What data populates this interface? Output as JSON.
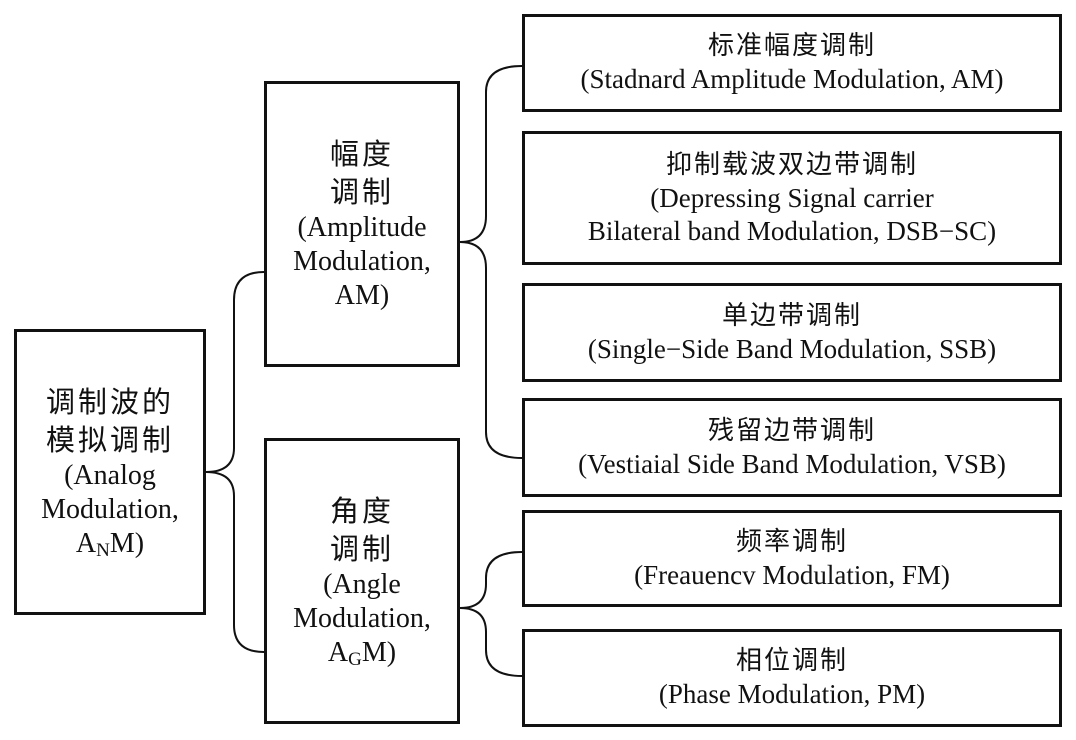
{
  "root": {
    "lines": [
      "调制波的",
      "模拟调制",
      "(Analog",
      "Modulation,"
    ],
    "abbr_main": "A",
    "abbr_sub": "N",
    "abbr_tail": "M)"
  },
  "amplitude": {
    "lines": [
      "幅度",
      "调制",
      "(Amplitude",
      "Modulation,",
      "AM)"
    ]
  },
  "angle": {
    "lines": [
      "角度",
      "调制",
      "(Angle",
      "Modulation,"
    ],
    "abbr_main": "A",
    "abbr_sub": "G",
    "abbr_tail": "M)"
  },
  "leaves": [
    {
      "zh": "标准幅度调制",
      "en": [
        "(Stadnard Amplitude Modulation, AM)"
      ]
    },
    {
      "zh": "抑制载波双边带调制",
      "en": [
        "(Depressing Signal carrier",
        "Bilateral band Modulation, DSB−SC)"
      ]
    },
    {
      "zh": "单边带调制",
      "en": [
        "(Single−Side Band Modulation, SSB)"
      ]
    },
    {
      "zh": "残留边带调制",
      "en": [
        "(Vestiaial Side Band Modulation, VSB)"
      ]
    },
    {
      "zh": "频率调制",
      "en": [
        "(Freauencv Modulation, FM)"
      ]
    },
    {
      "zh": "相位调制",
      "en": [
        "(Phase Modulation, PM)"
      ]
    }
  ]
}
